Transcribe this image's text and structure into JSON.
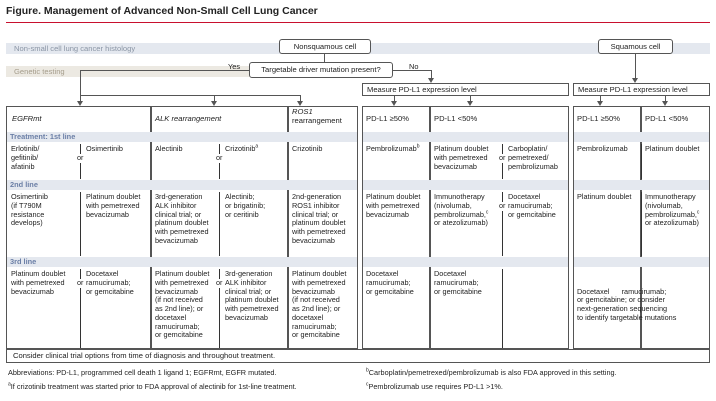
{
  "figure": {
    "title": "Figure. Management of Advanced Non-Small Cell Lung Cancer",
    "histology_label": "Non-small cell lung cancer histology",
    "genetic_label": "Genetic testing",
    "nonsquamous": "Nonsquamous cell",
    "squamous": "Squamous cell",
    "driver_q": "Targetable driver mutation present?",
    "yes": "Yes",
    "no": "No",
    "pdl1_box_left": "Measure PD-L1 expression level",
    "pdl1_box_right": "Measure PD-L1 expression level",
    "consider": "Consider clinical trial options from time of diagnosis and throughout treatment."
  },
  "sections": {
    "first": "Treatment: 1st line",
    "second": "2nd line",
    "third": "3rd line"
  },
  "headers": {
    "egfr": "EGFRmt",
    "alk": "ALK rearrangement",
    "ros1_a": "ROS1",
    "ros1_b": "rearrangement",
    "pdl1_hi_a": "PD-L1 ≥50%",
    "pdl1_lo_a": "PD-L1 <50%",
    "pdl1_hi_b": "PD-L1 ≥50%",
    "pdl1_lo_b": "PD-L1 <50%"
  },
  "line1": {
    "egfr_a": [
      "Erlotinib/",
      "gefitinib/",
      "afatinib"
    ],
    "egfr_b": "Osimertinib",
    "alk_a": "Alectinib",
    "alk_b": "Crizotinib",
    "alk_b_sup": "a",
    "ros1": "Crizotinib",
    "ns_hi": "Pembrolizumab",
    "ns_hi_sup": "b",
    "ns_lo_a": [
      "Platinum doublet",
      "with pemetrexed",
      "bevacizumab"
    ],
    "ns_lo_b": [
      "Carboplatin/",
      "pemetrexed/",
      "pembrolizumab"
    ],
    "sq_hi": "Pembrolizumab",
    "sq_lo": "Platinum doublet"
  },
  "line2": {
    "egfr_a": [
      "Osimertinib",
      "(if T790M",
      "resistance",
      "develops)"
    ],
    "egfr_b": [
      "Platinum doublet",
      "with pemetrexed",
      "bevacizumab"
    ],
    "alk_a": [
      "3rd-generation",
      "ALK inhibitor",
      "clinical trial; or",
      "platinum doublet",
      "with pemetrexed",
      "bevacizumab"
    ],
    "alk_b": [
      "Alectinib;",
      "or brigatinib;",
      "or ceritinib"
    ],
    "ros1": [
      "2nd-generation",
      "ROS1 inhibitor",
      "clinical trial; or",
      "platinum doublet",
      "with pemetrexed",
      "bevacizumab"
    ],
    "ns_hi": [
      "Platinum doublet",
      "with pemetrexed",
      "bevacizumab"
    ],
    "ns_lo_a": [
      "Immunotherapy",
      "(nivolumab,",
      "pembrolizumab,",
      "or atezolizumab)"
    ],
    "ns_lo_a_sup": "c",
    "ns_lo_b": [
      "Docetaxel",
      "ramucirumab;",
      "or gemcitabine"
    ],
    "sq_hi": "Platinum doublet",
    "sq_lo": [
      "Immunotherapy",
      "(nivolumab,",
      "pembrolizumab,",
      "or atezolizumab)"
    ],
    "sq_lo_sup": "c"
  },
  "line3": {
    "egfr_a": [
      "Platinum doublet",
      "with pemetrexed",
      "bevacizumab"
    ],
    "egfr_b": [
      "Docetaxel",
      "ramucirumab;",
      "or gemcitabine"
    ],
    "alk_a": [
      "Platinum doublet",
      "with pemetrexed",
      "bevacizumab",
      "(if not received",
      "as 2nd line); or",
      "docetaxel",
      "ramucirumab;",
      "or gemcitabine"
    ],
    "alk_b": [
      "3rd-generation",
      "ALK inhibitor",
      "clinical trial; or",
      "platinum doublet",
      "with pemetrexed",
      "bevacizumab"
    ],
    "ros1": [
      "Platinum doublet",
      "with pemetrexed",
      "bevacizumab",
      "(if not received",
      "as 2nd line); or",
      "docetaxel",
      "ramucirumab;",
      "or gemcitabine"
    ],
    "ns_hi": [
      "Docetaxel",
      "ramucirumab;",
      "or gemcitabine"
    ],
    "ns_lo_a": [
      "Docetaxel",
      "ramucirumab;",
      "or gemcitabine"
    ],
    "sq": [
      "Docetaxel      ramucirumab;",
      "or gemcitabine; or consider",
      "next-generation sequencing",
      "to identify targetable mutations"
    ]
  },
  "or_word": "or",
  "footnotes": {
    "abbrev": "Abbreviations: PD-L1, programmed cell death 1 ligand 1; EGFRmt, EGFR mutated.",
    "a_sup": "a",
    "a": "If crizotinib treatment was started prior to FDA approval of alectinib for 1st-line treatment.",
    "b_sup": "b",
    "b": "Carboplatin/pemetrexed/pembrolizumab is also FDA approved in this setting.",
    "c_sup": "c",
    "c": "Pembrolizumab use requires PD-L1 >1%."
  },
  "colors": {
    "title_rule": "#c8102e",
    "band_blue": "#e4e8ef",
    "band_tan": "#ece9e2",
    "section_text": "#6b7fa6"
  }
}
